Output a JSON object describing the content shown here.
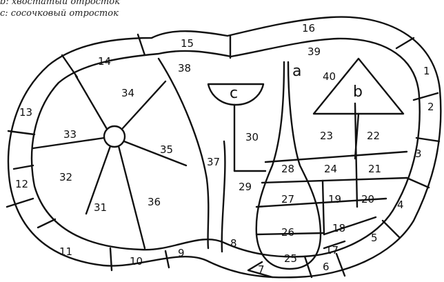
{
  "legend": {
    "line_b": "b: хвостатый отросток",
    "line_c": "c: сосочковый отросток"
  },
  "markers": {
    "a": "a",
    "b": "b",
    "c": "c"
  },
  "segments": [
    "1",
    "2",
    "3",
    "4",
    "5",
    "6",
    "7",
    "8",
    "9",
    "10",
    "11",
    "12",
    "13",
    "14",
    "15",
    "16",
    "17",
    "18",
    "19",
    "20",
    "21",
    "22",
    "23",
    "24",
    "25",
    "26",
    "27",
    "28",
    "29",
    "30",
    "31",
    "32",
    "33",
    "34",
    "35",
    "36",
    "37",
    "38",
    "39",
    "40"
  ]
}
